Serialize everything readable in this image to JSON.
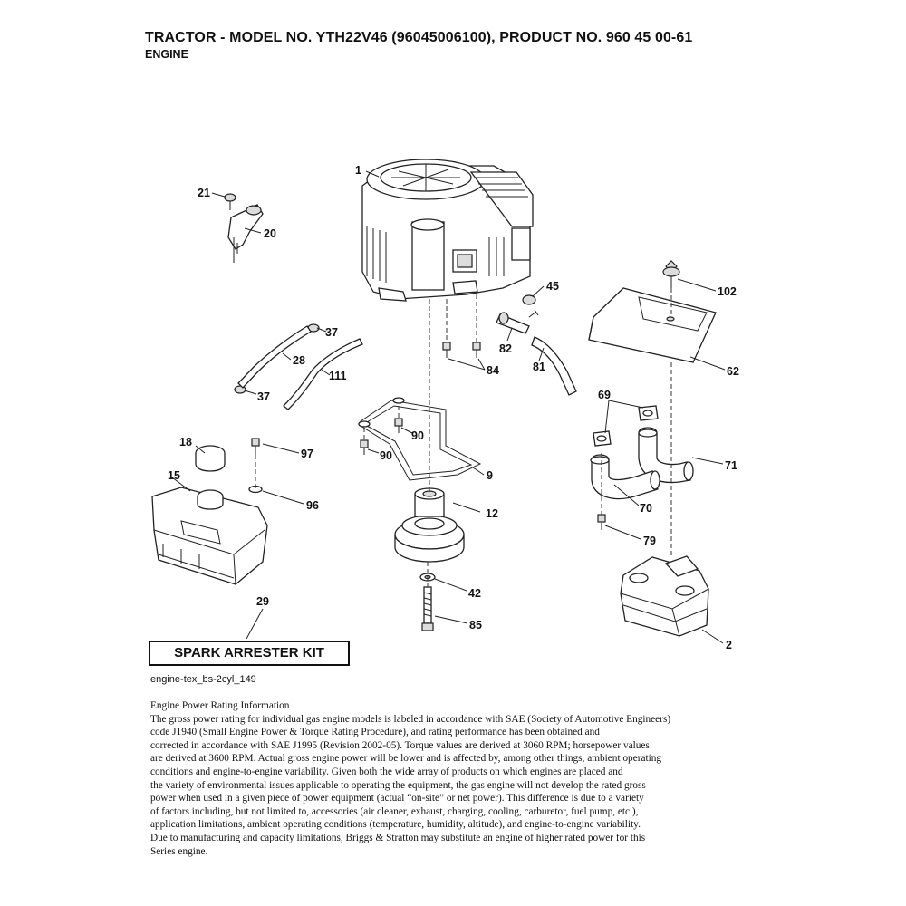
{
  "header": {
    "title": "TRACTOR - MODEL NO. YTH22V46 (96045006100), PRODUCT NO. 960 45 00-61",
    "subtitle": "ENGINE"
  },
  "callouts": {
    "c1": "1",
    "c2": "2",
    "c9": "9",
    "c12": "12",
    "c15": "15",
    "c18": "18",
    "c20": "20",
    "c21": "21",
    "c28": "28",
    "c29": "29",
    "c37a": "37",
    "c37b": "37",
    "c42": "42",
    "c45": "45",
    "c62": "62",
    "c69": "69",
    "c70": "70",
    "c71": "71",
    "c79": "79",
    "c81": "81",
    "c82": "82",
    "c84": "84",
    "c85": "85",
    "c90a": "90",
    "c90b": "90",
    "c96": "96",
    "c97": "97",
    "c102": "102",
    "c111": "111"
  },
  "kit_label": "SPARK ARRESTER KIT",
  "diagram_ref": "engine-tex_bs-2cyl_149",
  "rating": {
    "heading": "Engine Power Rating Information",
    "lines": [
      "The gross power rating for individual gas engine models is labeled in accordance with SAE (Society of Automotive Engineers)",
      "code J1940 (Small Engine Power & Torque Rating Procedure), and rating performance has been obtained and",
      "corrected in accordance with SAE J1995 (Revision 2002-05). Torque values are derived at 3060 RPM; horsepower values",
      "are derived at 3600 RPM. Actual gross engine power will be lower and is affected by, among other things, ambient operating",
      "conditions and engine-to-engine variability. Given both the wide array of products on which engines are placed and",
      "the variety of environmental issues applicable to operating the equipment, the gas engine will not develop the rated gross",
      "power when used in a given piece of power equipment (actual “on-site” or net power). This difference is due to a variety",
      "of factors including, but not limited to, accessories (air cleaner, exhaust, charging, cooling, carburetor, fuel pump, etc.),",
      "application limitations, ambient operating conditions (temperature, humidity, altitude), and engine-to-engine variability.",
      "Due to manufacturing and capacity limitations, Briggs & Stratton may substitute an engine of higher rated power for this",
      "Series engine."
    ]
  }
}
